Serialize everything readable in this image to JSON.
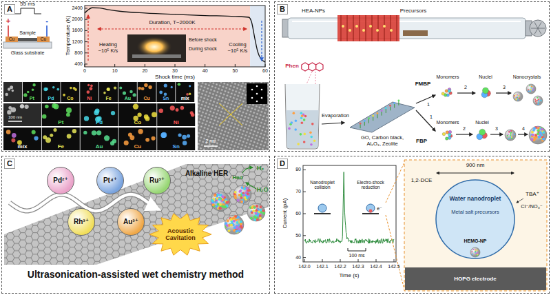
{
  "diagram": {
    "nodes": [
      {
        "text": [
          "A"
        ]
      },
      {
        "text": [
          "B"
        ]
      },
      {
        "text": [
          "C"
        ]
      },
      {
        "text": [
          "D"
        ]
      },
      {
        "text": [
          "Pd²⁺"
        ],
        "in": 2
      },
      {
        "text": [
          "Pt⁴⁺"
        ],
        "in": 2
      },
      {
        "text": [
          "Ru³⁺"
        ],
        "in": 2
      },
      {
        "text": [
          "Rh³⁺"
        ],
        "in": 2
      },
      {
        "text": [
          "Au³⁺"
        ],
        "in": 2
      },
      {
        "text": [
          "Acoustic Cavitation"
        ],
        "in": 2
      },
      {
        "text": [
          "Water nanodroplet",
          "Metal salt precursors"
        ],
        "in": 3
      }
    ],
    "labels": [
      "55 ms",
      "+",
      "-",
      "Sample",
      "Cu",
      "Cu",
      "Glass substrate",
      "Temperature (K)",
      "2400",
      "2000",
      "1600",
      "1200",
      "800",
      "400",
      "Duration, T~2000K",
      "Heating ~10⁵ K/s",
      "Before shock",
      "During shock",
      "Cooling ~10⁵ K/s",
      "0",
      "10",
      "20",
      "30",
      "40",
      "50",
      "60",
      "Shock time (ms)",
      "Pt",
      "Pd",
      "Co",
      "Ni",
      "Fe",
      "Au",
      "Cu",
      "Sn",
      "mix",
      "100 nm",
      "Pt",
      "Pd",
      "Co",
      "Ni",
      "mix",
      "Fe",
      "Au",
      "Cu",
      "Sn",
      "2 nm",
      "HEA-NPs",
      "Precursors",
      "Phen",
      "Evaporation",
      "GO, Carbon black, Al₂O₃, Zeolite",
      "FMBP",
      "Monomers",
      "Nuclei",
      "Nanocrystals",
      "1",
      "2",
      "3",
      "FBP",
      "Monomers",
      "Nuclei",
      "1",
      "2",
      "3",
      "4",
      "Alkaline HER",
      "H₂",
      "Had",
      "H₂O",
      "Ultrasonication-assisted wet chemistry method",
      "Current (pA)",
      "80",
      "70",
      "60",
      "50",
      "40",
      "142.0",
      "142.1",
      "142.2",
      "142.3",
      "142.4",
      "142.5",
      "Time (s)",
      "Nanodroplet collision",
      "Electro-shock reduction",
      "e⁻",
      "100 ms",
      "900 nm",
      "1,2-DCE",
      "TBA⁺",
      "Cl⁻/NO₃⁻",
      "HEMG-NP",
      "HOPG electrode"
    ]
  }
}
